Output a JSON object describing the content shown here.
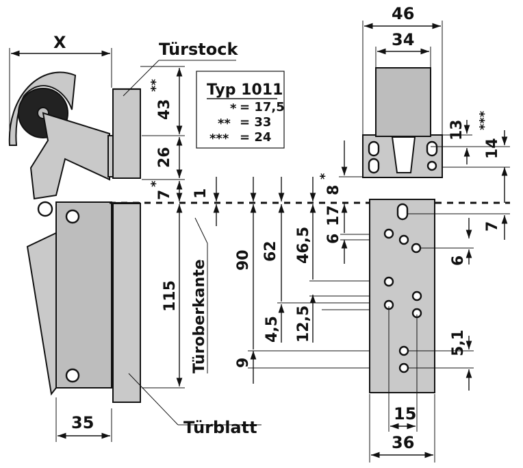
{
  "labels": {
    "x": "X",
    "tuerstock": "Türstock",
    "tuerblatt": "Türblatt",
    "tuerberkante": "Türoberkante"
  },
  "table": {
    "title": "Typ 1011",
    "rows": [
      {
        "mark": "*",
        "value": "= 17,5"
      },
      {
        "mark": "**",
        "value": "= 33"
      },
      {
        "mark": "***",
        "value": "= 24"
      }
    ]
  },
  "dims": {
    "d43": "43",
    "d43_mark": "**",
    "d26": "26",
    "d7": "7",
    "d7_mark": "*",
    "d1": "1",
    "d115": "115",
    "d35": "35",
    "d90": "90",
    "d62": "62",
    "d46_5": "46,5",
    "d4_5": "4,5",
    "d12_5": "12,5",
    "d9": "9",
    "d8": "8",
    "d8_mark": "*",
    "d17": "17",
    "d6a": "6",
    "d46": "46",
    "d34": "34",
    "d13": "13",
    "d14": "14",
    "d14_mark": "***",
    "d7r": "7",
    "d6r": "6",
    "d5_1": "5,1",
    "d15": "15",
    "d36": "36"
  }
}
